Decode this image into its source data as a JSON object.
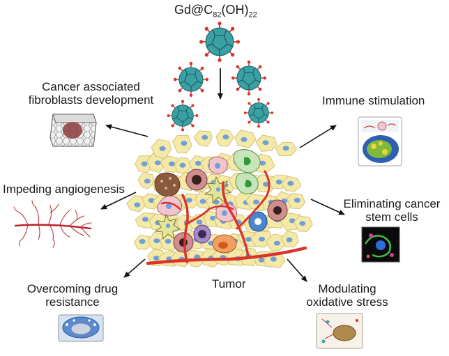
{
  "title": {
    "base": "Gd@C",
    "sub1": "82",
    "mid": "(OH)",
    "sub2": "22"
  },
  "center_label": "Tumor",
  "effects": [
    {
      "id": "fibroblasts",
      "line1": "Cancer associated",
      "line2": "fibroblasts development"
    },
    {
      "id": "angiogenesis",
      "line1": "Impeding angiogenesis",
      "line2": ""
    },
    {
      "id": "drug",
      "line1": "Overcoming drug",
      "line2": "resistance"
    },
    {
      "id": "immune",
      "line1": "Immune stimulation",
      "line2": ""
    },
    {
      "id": "stem",
      "line1": "Eliminating cancer",
      "line2": "stem cells"
    },
    {
      "id": "oxidative",
      "line1": "Modulating",
      "line2": "oxidative stress"
    }
  ],
  "colors": {
    "nanoparticle": "#3aa0a4",
    "spike": "#d8342c",
    "vessel": "#d8342c",
    "cell_fill": "#f4e9a6",
    "nucleus": "#6f9fd8",
    "arrow": "#111111"
  }
}
